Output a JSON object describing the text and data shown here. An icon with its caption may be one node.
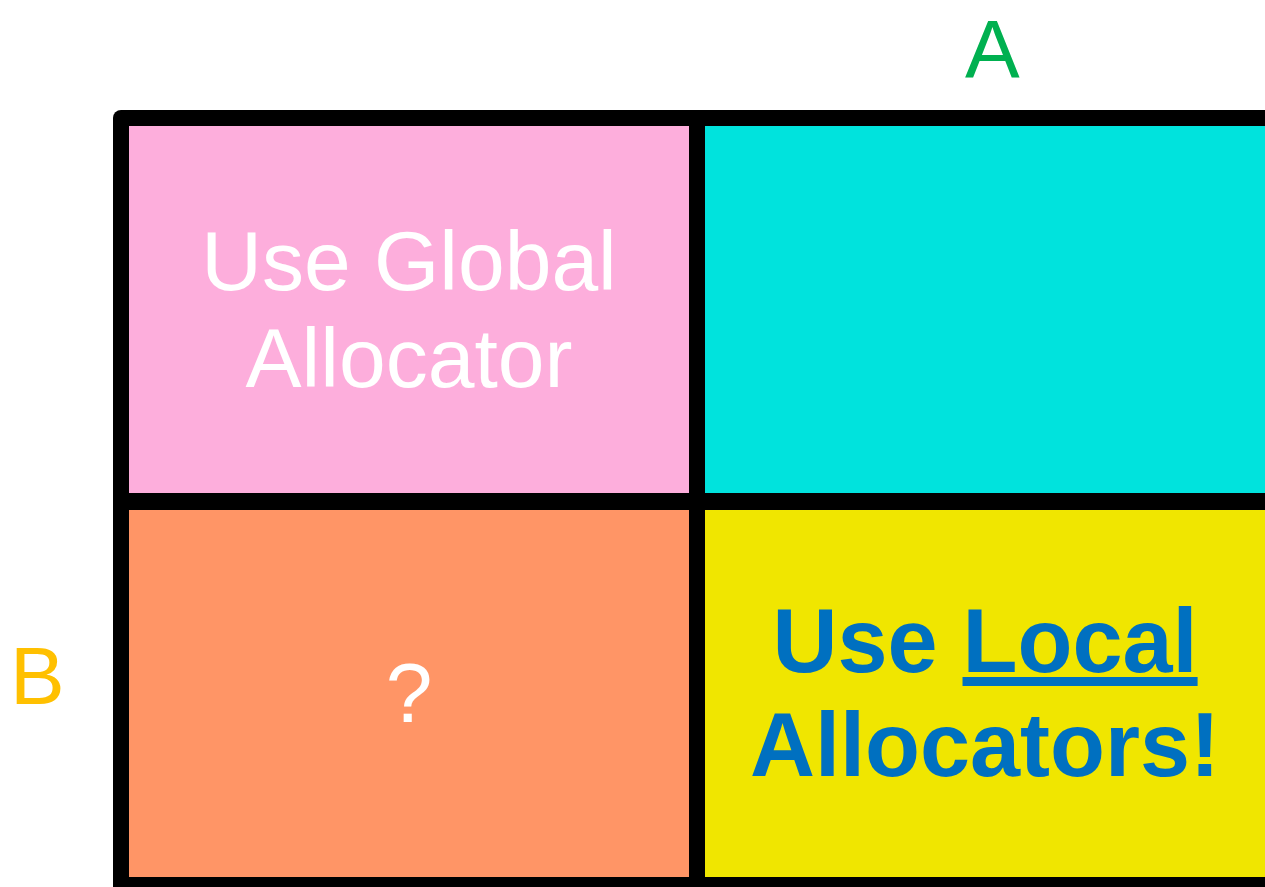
{
  "diagram": {
    "nodes": [
      {
        "text": [
          "Use Global Allocator"
        ]
      },
      {
        "text": [],
        "shape": "box"
      },
      {
        "text": [
          "?"
        ]
      },
      {
        "text": [
          "Use Local Allocators!"
        ]
      }
    ],
    "labels": [
      "A",
      "B"
    ]
  }
}
